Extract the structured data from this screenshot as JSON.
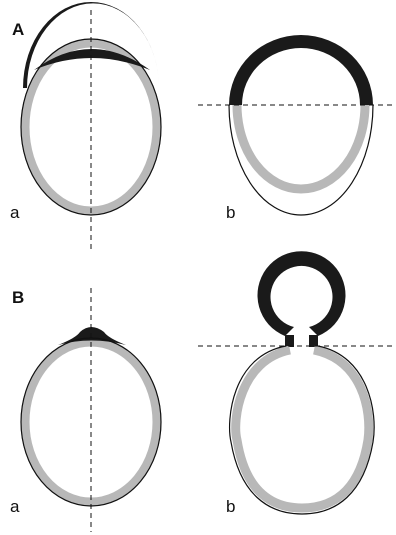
{
  "panels": {
    "A": {
      "label": "A",
      "left_label": "a",
      "right_label": "b"
    },
    "B": {
      "label": "B",
      "left_label": "a",
      "right_label": "b"
    }
  },
  "colors": {
    "dark_region": "#1a1a1a",
    "light_region": "#b8b8b8",
    "outline": "#111111",
    "background": "#ffffff"
  }
}
